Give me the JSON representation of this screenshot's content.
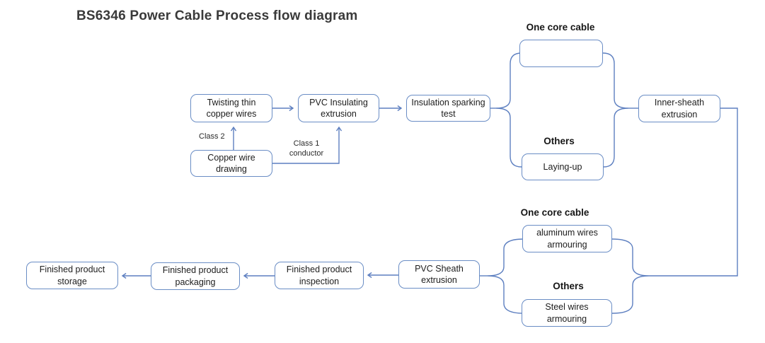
{
  "title": "BS6346 Power Cable Process flow diagram",
  "colors": {
    "box_border": "#6a8dc5",
    "connector": "#5d7fc0",
    "thick_arrow": "#4068b0",
    "title_text": "#3a3a3a",
    "box_text": "#1c1c1c"
  },
  "nodes": {
    "twisting": {
      "label": "Twisting thin copper wires"
    },
    "pvc_insulating": {
      "label": "PVC Insulating extrusion"
    },
    "insulation_test": {
      "label": "Insulation sparking test"
    },
    "copper_drawing": {
      "label": "Copper wire drawing"
    },
    "laying_up": {
      "label": "Laying-up"
    },
    "inner_sheath": {
      "label": "Inner-sheath extrusion"
    },
    "aluminum_armouring": {
      "label": "aluminum wires armouring"
    },
    "steel_armouring": {
      "label": "Steel wires armouring"
    },
    "pvc_sheath": {
      "label": "PVC Sheath extrusion"
    },
    "inspection": {
      "label": "Finished product inspection"
    },
    "packaging": {
      "label": "Finished product packaging"
    },
    "storage": {
      "label": "Finished product storage"
    }
  },
  "headings": {
    "one_core_top": "One core cable",
    "others_top": "Others",
    "one_core_bottom": "One core cable",
    "others_bottom": "Others"
  },
  "edge_labels": {
    "class2": "Class 2",
    "class1_line1": "Class 1",
    "class1_line2": "conductor"
  },
  "icons": {
    "one_core_flow": "thick-right-arrow"
  }
}
